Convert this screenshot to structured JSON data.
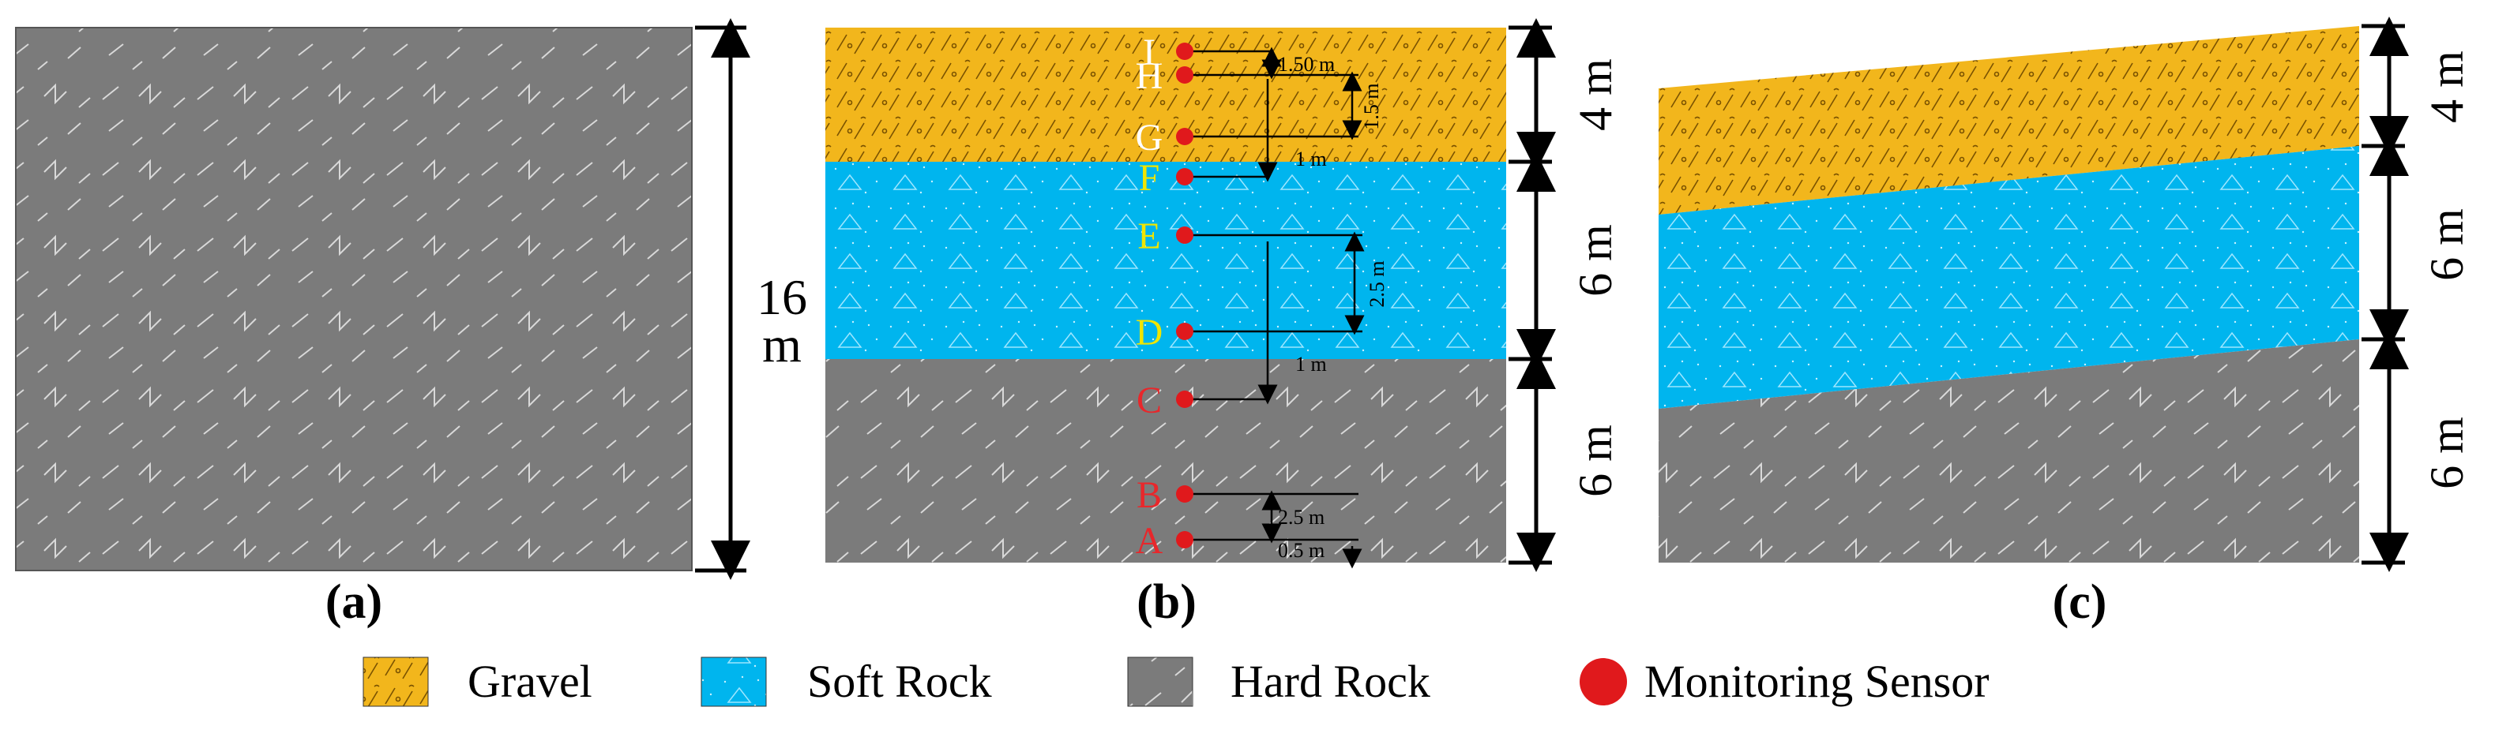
{
  "colors": {
    "gravel": "#F2B61C",
    "soft_rock": "#00B5EE",
    "hard_rock": "#7B7B7B",
    "sensor": "#E0191C",
    "sensor_label_red": "#E8272B",
    "sensor_label_yellow": "#F0E500",
    "sensor_label_white": "#FFFFFF",
    "line": "#000000"
  },
  "panels": {
    "a": {
      "caption": "(a)",
      "height_label": [
        "16",
        "m"
      ],
      "layers": [
        "hard_rock"
      ]
    },
    "b": {
      "caption": "(b)",
      "layer_thickness_labels": [
        "4 m",
        "6 m",
        "6 m"
      ],
      "layers": [
        "gravel",
        "soft_rock",
        "hard_rock"
      ],
      "sensors": [
        {
          "label": "I",
          "label_color": "white"
        },
        {
          "label": "H",
          "label_color": "white"
        },
        {
          "label": "G",
          "label_color": "white"
        },
        {
          "label": "F",
          "label_color": "yellow"
        },
        {
          "label": "E",
          "label_color": "yellow"
        },
        {
          "label": "D",
          "label_color": "yellow"
        },
        {
          "label": "C",
          "label_color": "red"
        },
        {
          "label": "B",
          "label_color": "red"
        },
        {
          "label": "A",
          "label_color": "red"
        }
      ],
      "spacing_labels": {
        "i_h": "1.50 m",
        "h_g": "1.5 m",
        "f_offset": "1 m",
        "e_d": "2.5 m",
        "c_offset": "1 m",
        "b_a": "2.5 m",
        "a_base": "0.5 m"
      }
    },
    "c": {
      "caption": "(c)",
      "layer_thickness_labels": [
        "4 m",
        "6 m",
        "6 m"
      ],
      "layers": [
        "gravel",
        "soft_rock",
        "hard_rock"
      ]
    }
  },
  "legend": [
    {
      "key": "gravel",
      "label": "Gravel",
      "swatch": "gravel"
    },
    {
      "key": "soft_rock",
      "label": "Soft Rock",
      "swatch": "soft_rock"
    },
    {
      "key": "hard_rock",
      "label": "Hard Rock",
      "swatch": "hard_rock"
    },
    {
      "key": "sensor",
      "label": "Monitoring Sensor",
      "swatch": "sensor"
    }
  ]
}
